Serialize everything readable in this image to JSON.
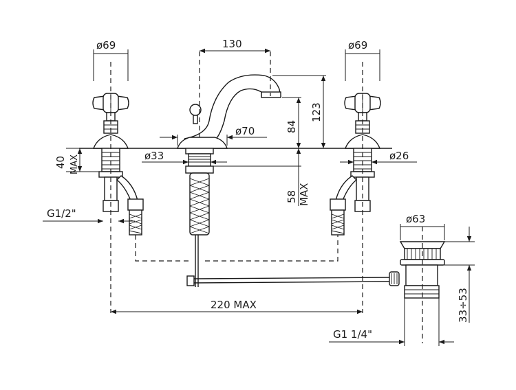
{
  "dimensions": {
    "left_handle_dia": "ø69",
    "spout_spacing": "130",
    "right_handle_dia": "ø69",
    "spout_height": "123",
    "spout_reach_height": "84",
    "spout_base_dia": "ø70",
    "stem_dia": "ø33",
    "right_stem_dia": "ø26",
    "left_thickness": "40",
    "left_thickness_unit": "MAX",
    "deck_max": "58",
    "deck_max_unit": "MAX",
    "connection_thread": "G1/2\"",
    "drain_dia": "ø63",
    "drain_height": "33÷53",
    "overall_width": "220 MAX",
    "drain_thread": "G1 1/4\""
  },
  "colors": {
    "line": "#1a1a1a",
    "background": "#ffffff"
  }
}
